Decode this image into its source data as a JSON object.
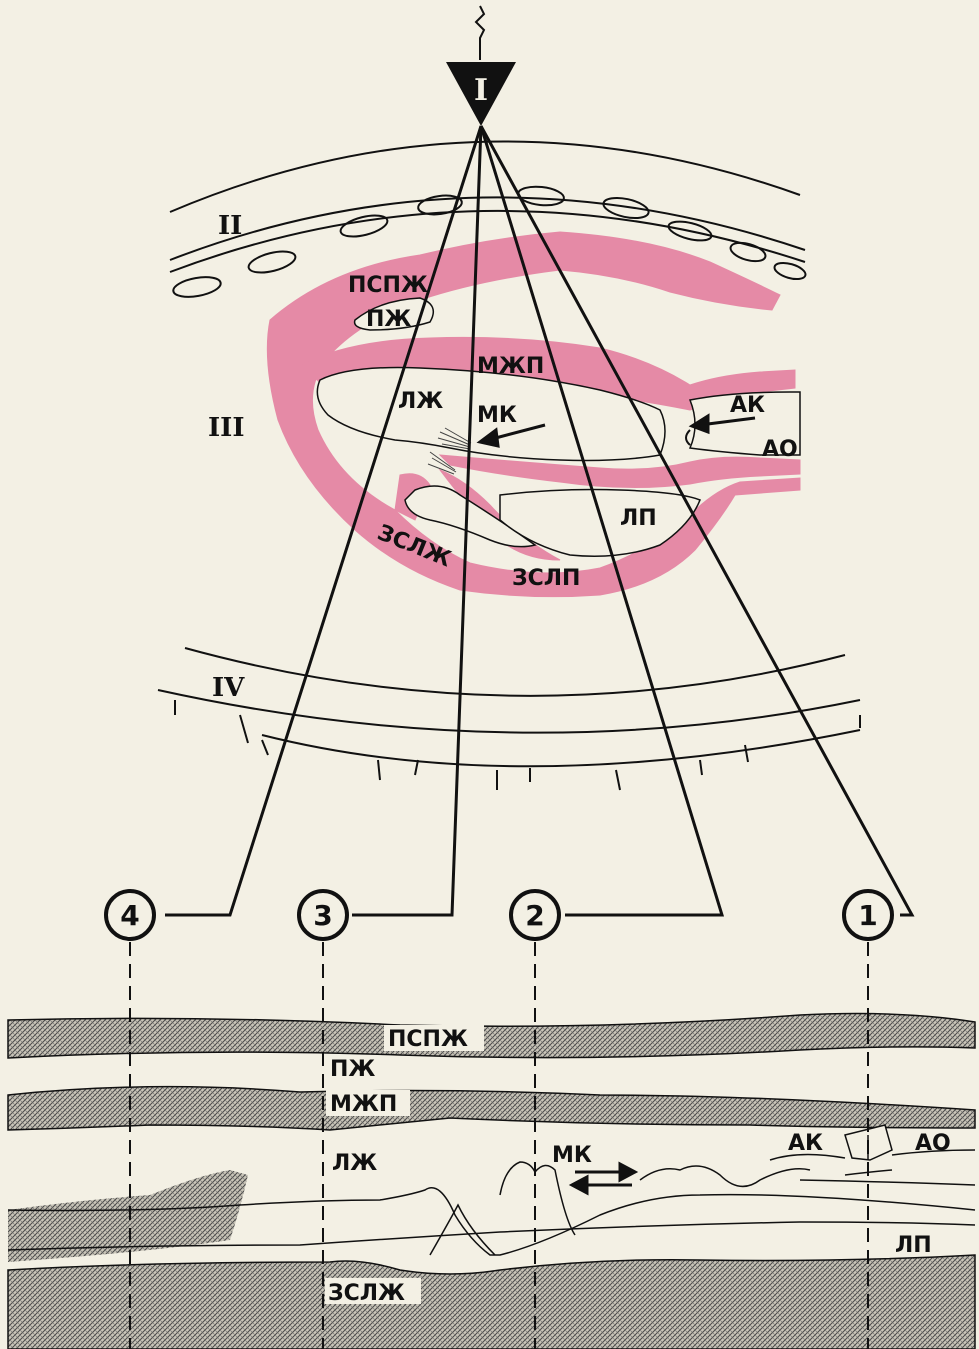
{
  "probe": {
    "label": "I"
  },
  "roman": {
    "chest_wall": "II",
    "heart": "III",
    "back": "IV"
  },
  "heart_labels": {
    "pspzh": "ПСПЖ",
    "pzh": "ПЖ",
    "mzhp": "МЖП",
    "lzh": "ЛЖ",
    "mk": "МК",
    "ak": "АК",
    "ao": "АО",
    "lp": "ЛП",
    "zslzh": "ЗСЛЖ",
    "zslp": "ЗСЛП"
  },
  "positions": [
    "4",
    "3",
    "2",
    "1"
  ],
  "mmode_labels": {
    "pspzh": "ПСПЖ",
    "pzh": "ПЖ",
    "mzhp": "МЖП",
    "lzh": "ЛЖ",
    "mk": "МК",
    "ak": "АК",
    "ao": "АО",
    "lp": "ЛП",
    "zslzh": "ЗСЛЖ"
  },
  "colors": {
    "myocardium": "#e58aa6",
    "ink": "#111111",
    "background": "#f3f0e4"
  }
}
